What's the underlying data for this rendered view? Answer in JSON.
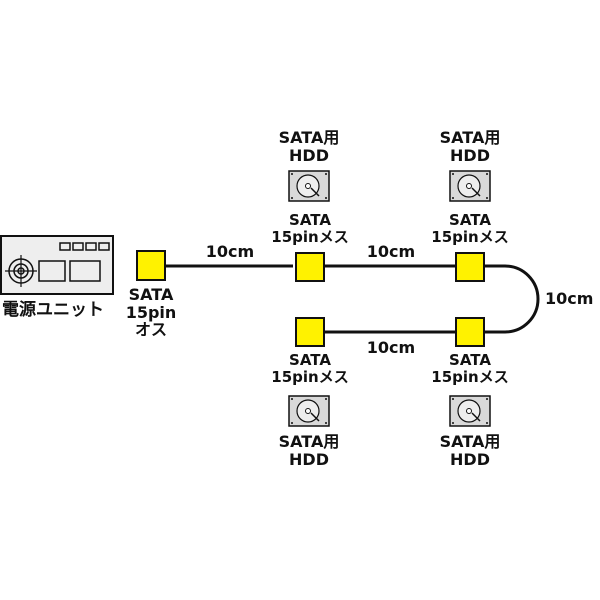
{
  "power_supply": {
    "label": "電源ユニット"
  },
  "plug": {
    "line1": "SATA",
    "line2": "15pin",
    "line3": "オス"
  },
  "cable": {
    "length_label": "10cm"
  },
  "receptacles": [
    {
      "line1": "SATA",
      "line2": "15pinメス"
    },
    {
      "line1": "SATA",
      "line2": "15pinメス"
    },
    {
      "line1": "SATA",
      "line2": "15pinメス"
    },
    {
      "line1": "SATA",
      "line2": "15pinメス"
    }
  ],
  "hdds": [
    {
      "line1": "SATA用",
      "line2": "HDD"
    },
    {
      "line1": "SATA用",
      "line2": "HDD"
    },
    {
      "line1": "SATA用",
      "line2": "HDD"
    },
    {
      "line1": "SATA用",
      "line2": "HDD"
    }
  ],
  "colors": {
    "connector_fill": "#fff200",
    "line": "#111111",
    "hdd_fill": "#d9d9d9",
    "psu_fill": "#eeeeee"
  }
}
